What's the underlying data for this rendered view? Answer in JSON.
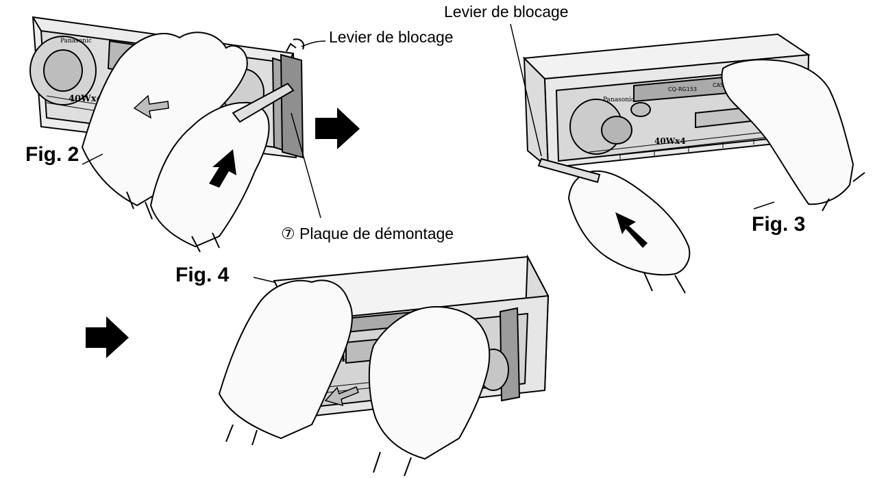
{
  "figures": {
    "fig2": {
      "label": "Fig. 2"
    },
    "fig3": {
      "label": "Fig. 3"
    },
    "fig4": {
      "label": "Fig. 4"
    }
  },
  "callouts": {
    "locking_lever_fig2": "Levier de blocage",
    "locking_lever_fig3": "Levier de blocage",
    "removal_plate": "⑦ Plaque de démontage"
  },
  "unit_panel": {
    "brand": "Panasonic",
    "power_rating": "40Wx4",
    "model": "CQ-RG153",
    "cassette_label": "CASSETTE RADIO"
  },
  "colors": {
    "ink": "#000000",
    "shade_light": "#e6e6e6",
    "shade_mid": "#c8c8c8",
    "shade_dark": "#9a9a9a"
  },
  "icons": [
    "right-arrow-icon",
    "hand-illustration",
    "car-stereo-illustration"
  ]
}
